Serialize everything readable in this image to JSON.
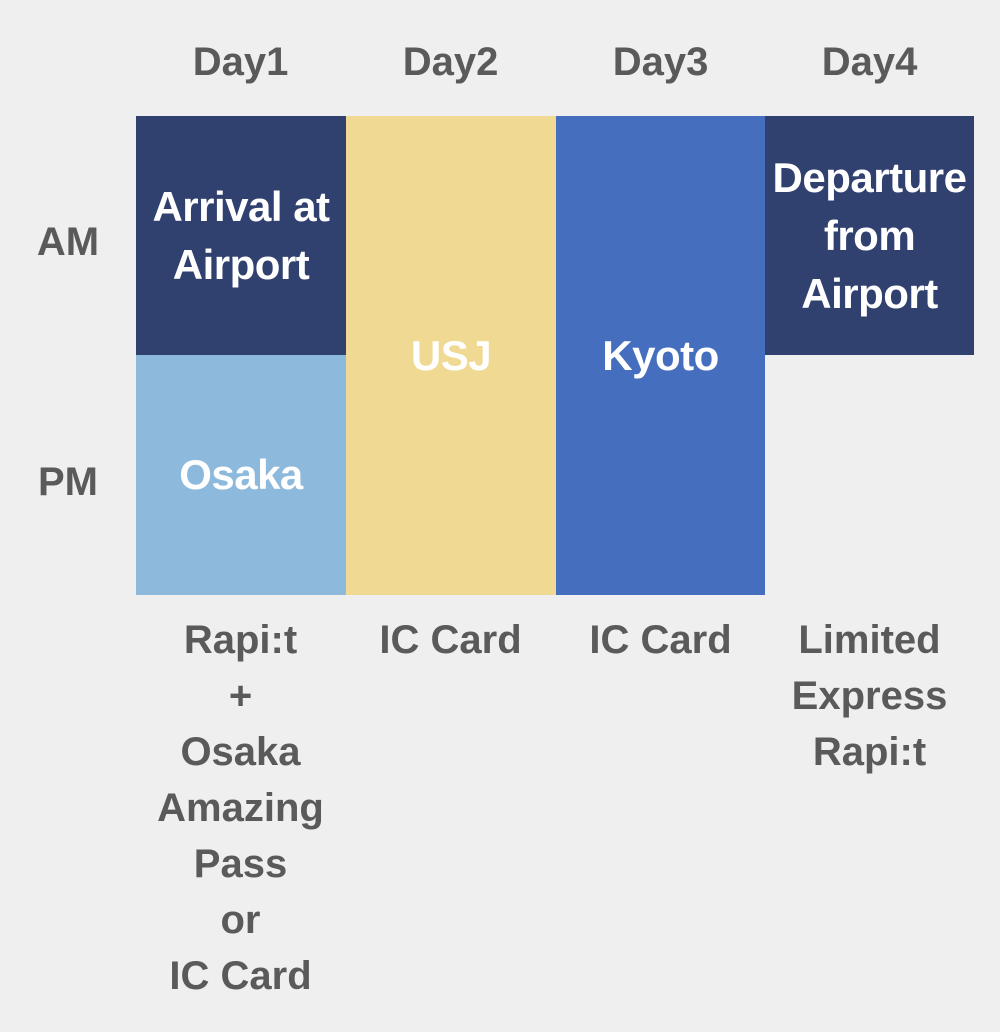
{
  "days": [
    "Day1",
    "Day2",
    "Day3",
    "Day4"
  ],
  "times": [
    "AM",
    "PM"
  ],
  "blocks": {
    "day1_am": "Arrival at Airport",
    "day1_pm": "Osaka",
    "day2": "USJ",
    "day3": "Kyoto",
    "day4_am": "Departure from Airport"
  },
  "transport": [
    "Rapi:t\n+\nOsaka\nAmazing\nPass\nor\nIC Card",
    "IC Card",
    "IC Card",
    "Limited\nExpress\nRapi:t"
  ],
  "colors": {
    "navy": "#31416f",
    "light_blue": "#8cb9dc",
    "sand": "#f0d992",
    "blue": "#456ebe",
    "text_gray": "#5a5a5a",
    "background": "#efefef"
  }
}
